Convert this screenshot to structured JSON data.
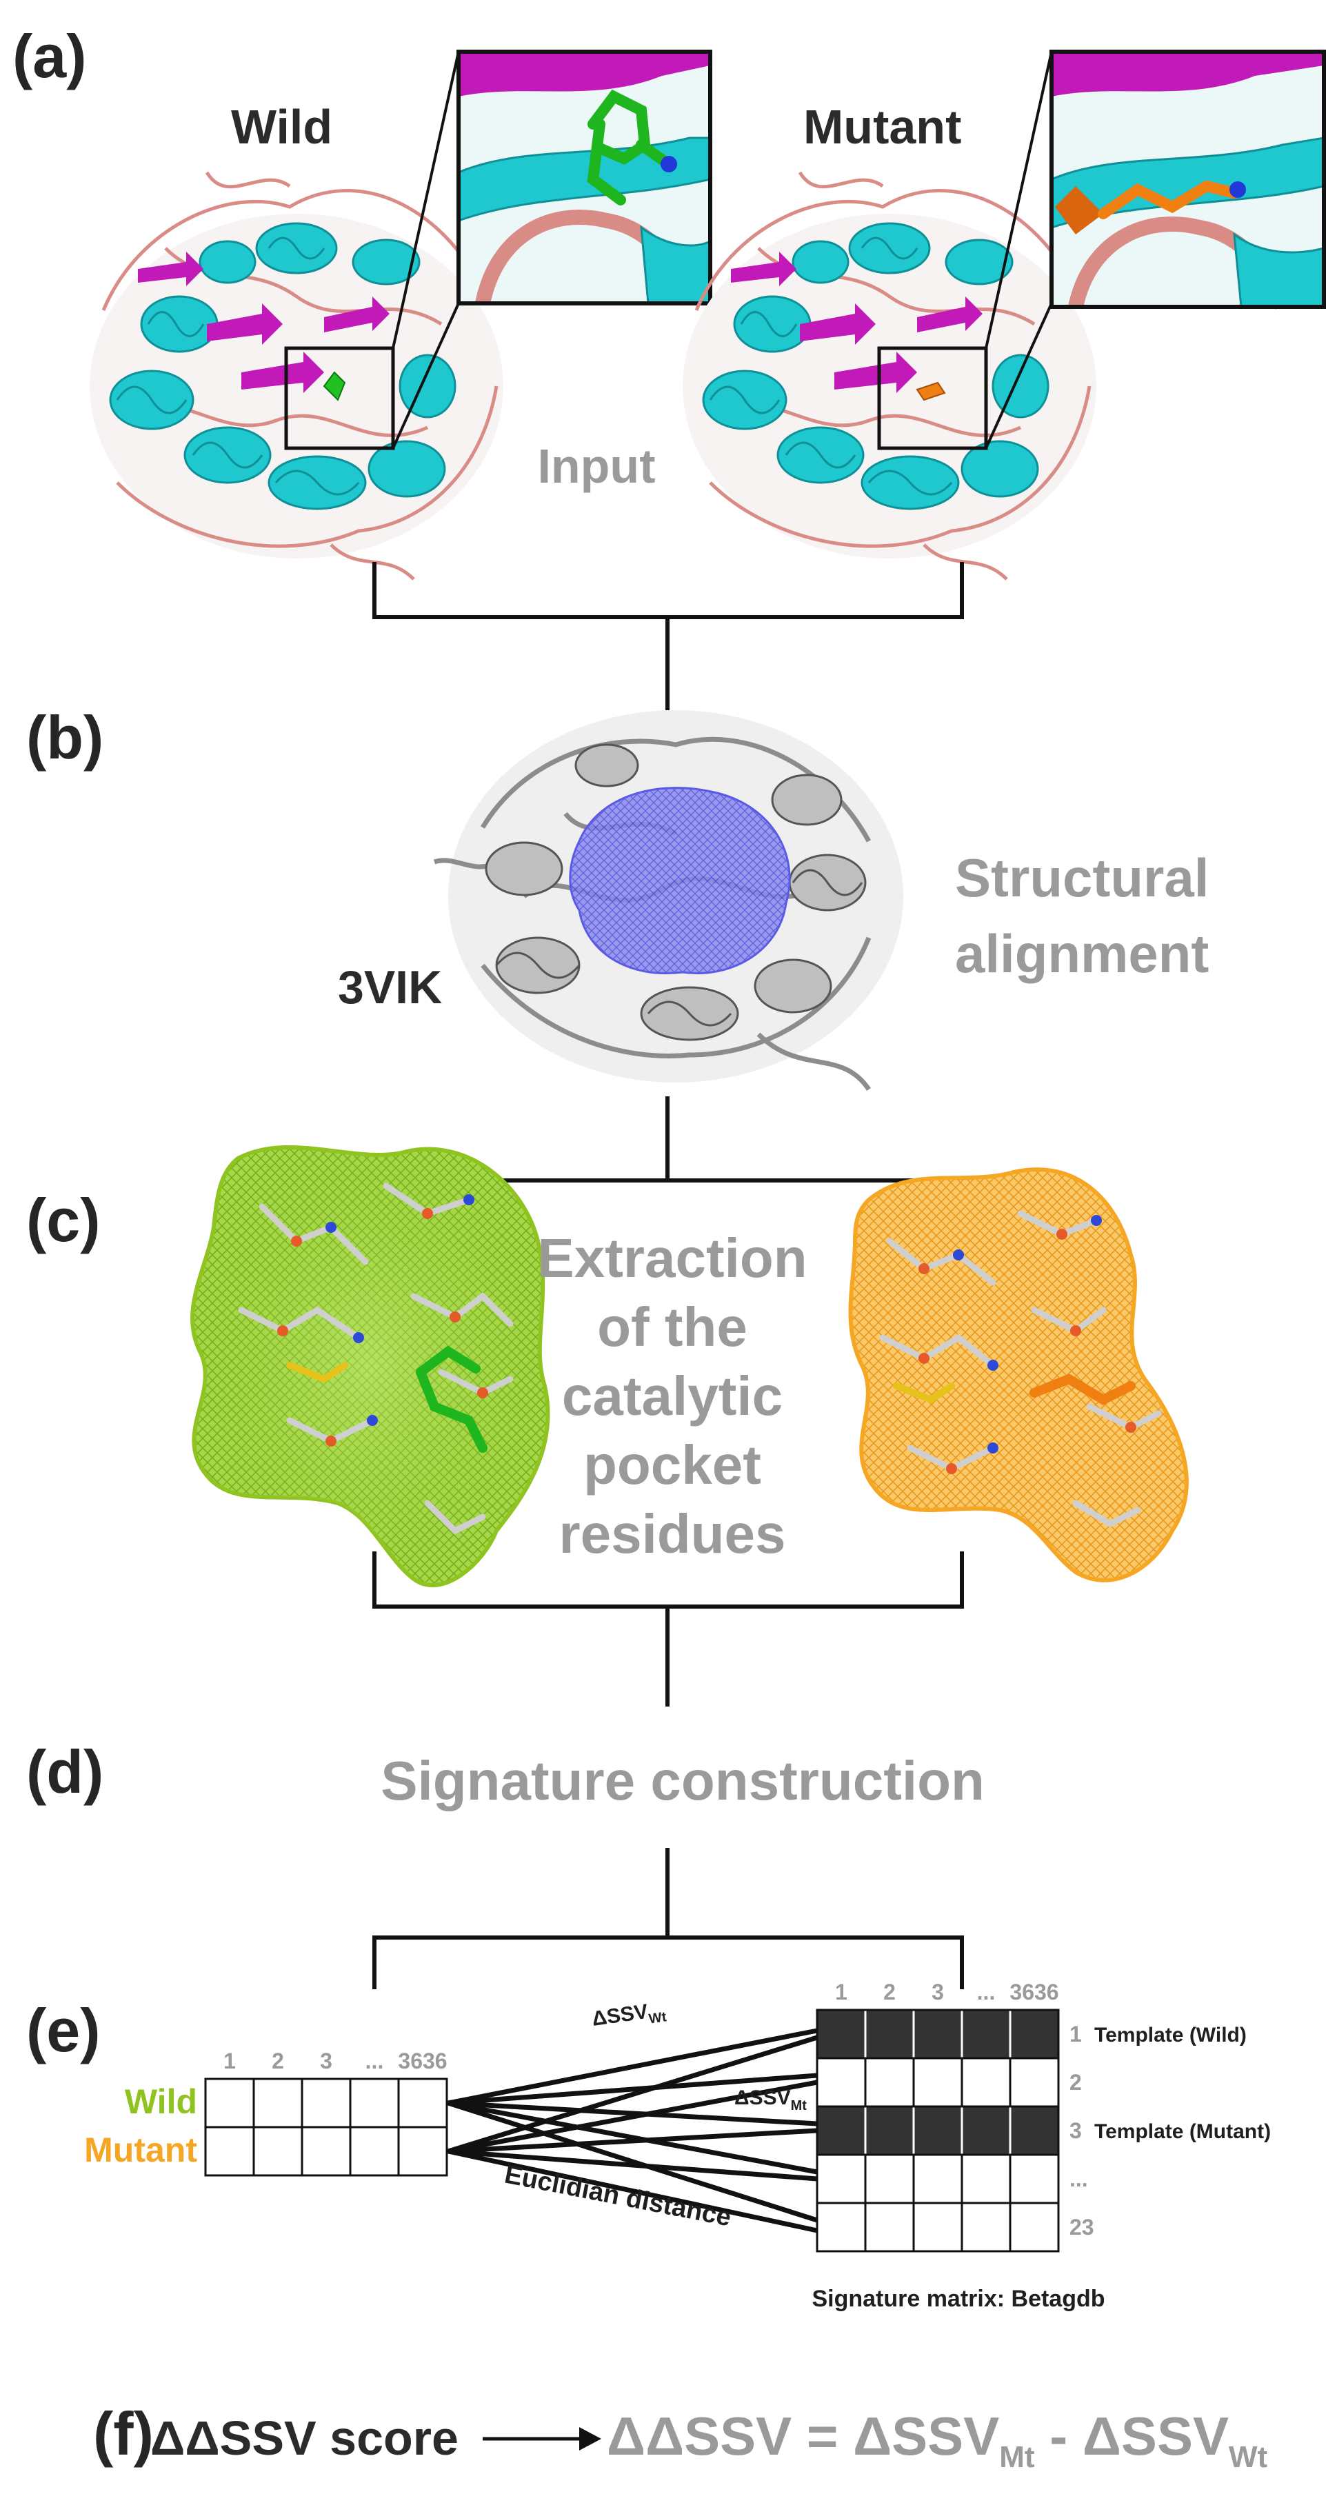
{
  "panels": {
    "a": "(a)",
    "b": "(b)",
    "c": "(c)",
    "d": "(d)",
    "e": "(e)",
    "f": "(f)"
  },
  "panel_a": {
    "wild_label": "Wild",
    "mutant_label": "Mutant",
    "step_label": "Input"
  },
  "panel_b": {
    "pdb_label": "3VIK",
    "step_line1": "Structural",
    "step_line2": "alignment"
  },
  "panel_c": {
    "lines": [
      "Extraction",
      "of the",
      "catalytic",
      "pocket",
      "residues"
    ]
  },
  "panel_d": {
    "step_label": "Signature construction"
  },
  "panel_e": {
    "input_columns": [
      "1",
      "2",
      "3",
      "...",
      "3636"
    ],
    "wild_label": "Wild",
    "mutant_label": "Mutant",
    "matrix_columns": [
      "1",
      "2",
      "3",
      "...",
      "3636"
    ],
    "matrix_rows": [
      {
        "index": "1",
        "label": "Template (Wild)",
        "filled": true
      },
      {
        "index": "2",
        "label": "",
        "filled": false
      },
      {
        "index": "3",
        "label": "Template (Mutant)",
        "filled": true
      },
      {
        "index": "...",
        "label": "",
        "filled": false
      },
      {
        "index": "23",
        "label": "",
        "filled": false
      }
    ],
    "ssv_wt": {
      "main": "ΔSSV",
      "sub": "Wt"
    },
    "ssv_mt": {
      "main": "ΔSSV",
      "sub": "Mt"
    },
    "distance_label": "Euclidian distance",
    "matrix_caption": "Signature matrix: Betagdb"
  },
  "panel_f": {
    "label": "ΔΔSSV score",
    "eq_left": "ΔΔSSV = ΔSSV",
    "sub_mt": "Mt",
    "eq_minus": " - ΔSSV",
    "sub_wt": "Wt"
  },
  "colors": {
    "wild": "#8fc31f",
    "mutant": "#f5a623",
    "helix": "#1fc7cf",
    "sheet": "#c21ab8",
    "loop": "#d98b86",
    "surface_blue": "#5a5ae6",
    "grey_text": "#9a9a9a",
    "matrix_fill": "#333333"
  }
}
